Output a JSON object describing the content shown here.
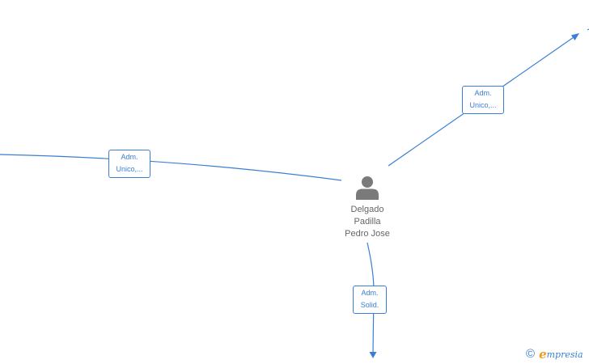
{
  "graph": {
    "center_person": {
      "name_lines": [
        "Delgado",
        "Padilla",
        "Pedro Jose"
      ],
      "icon": "person-icon"
    },
    "edges": [
      {
        "id": "top-right",
        "label_lines": [
          "Adm.",
          "Unico,..."
        ]
      },
      {
        "id": "left",
        "label_lines": [
          "Adm.",
          "Unico,..."
        ]
      },
      {
        "id": "bottom",
        "label_lines": [
          "Adm.",
          "Solid."
        ]
      }
    ],
    "colors": {
      "edge": "#3a7fd5",
      "node_text": "#666666",
      "icon": "#7a7a7a"
    }
  },
  "watermark": {
    "symbol": "©",
    "brand_initial": "e",
    "brand_rest": "mpresia",
    "colors": {
      "initial": "#f39a1d",
      "rest": "#3a7fd5"
    }
  }
}
